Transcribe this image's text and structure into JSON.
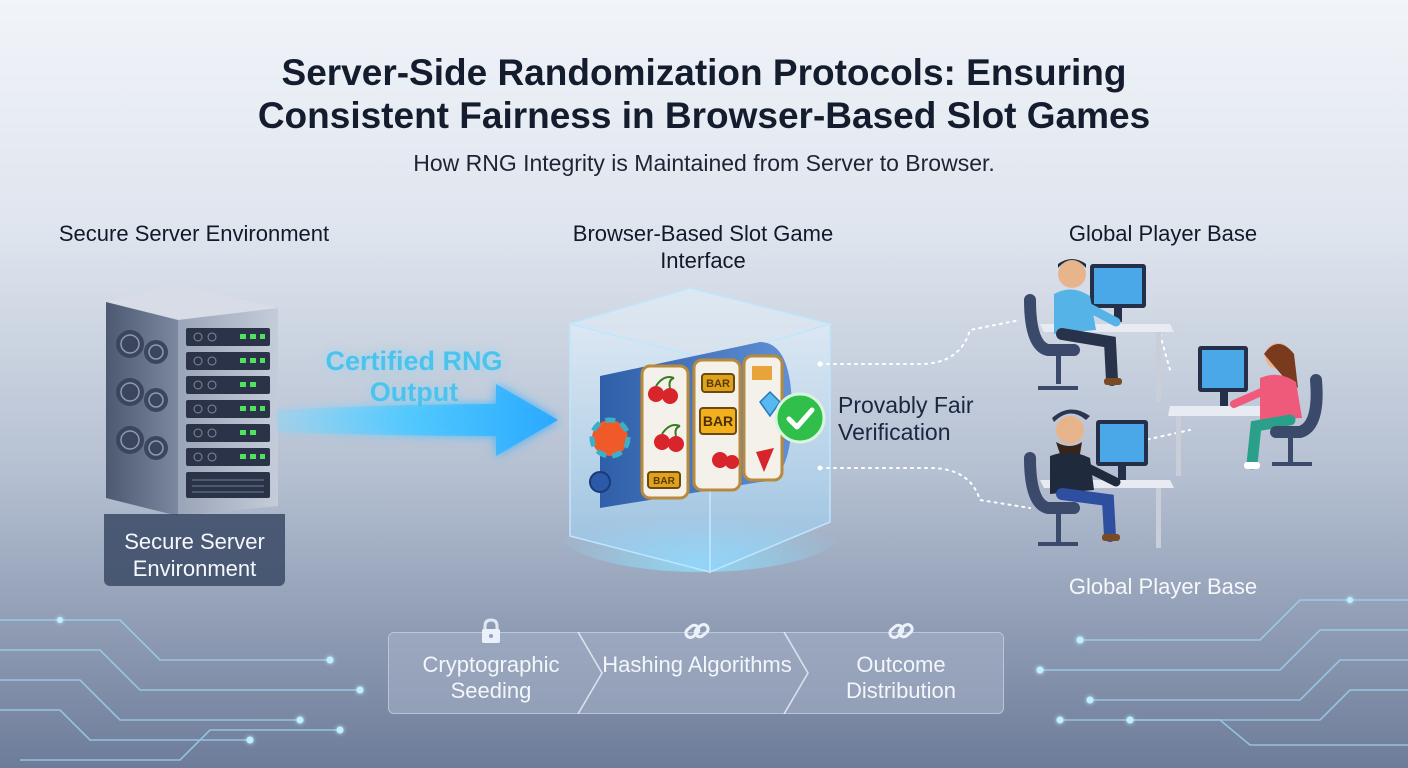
{
  "title_line1": "Server-Side Randomization Protocols: Ensuring",
  "title_line2": "Consistent Fairness in Browser-Based Slot Games",
  "subtitle": "How RNG Integrity is Maintained from Server to Browser.",
  "server": {
    "label": "Secure Server Environment",
    "caption": "Secure Server Environment"
  },
  "flow": {
    "rng_label": "Certified RNG Output",
    "verify_label": "Provably Fair Verification"
  },
  "slot": {
    "label": "Browser-Based Slot Game Interface",
    "reel_text": "BAR"
  },
  "players": {
    "label": "Global Player Base",
    "caption": "Global Player Base"
  },
  "steps": [
    {
      "label": "Cryptographic Seeding",
      "icon": "lock-icon"
    },
    {
      "label": "Hashing Algorithms",
      "icon": "link-icon"
    },
    {
      "label": "Outcome Distribution",
      "icon": "link-icon"
    }
  ],
  "colors": {
    "accent_cyan": "#4bc3ef",
    "check_green": "#2fbf4a",
    "title_dark": "#141d2e"
  }
}
